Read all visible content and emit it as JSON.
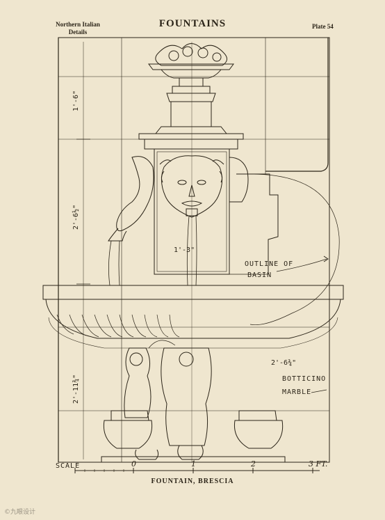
{
  "header": {
    "left_line1": "Northern Italian",
    "left_line2": "Details",
    "title": "FOUNTAINS",
    "plate": "Plate 54"
  },
  "annotations": {
    "outline_line1": "OUTLINE OF",
    "outline_line2": "BASIN",
    "material_line1": "BOTTICINO",
    "material_line2": "MARBLE",
    "dim_upper": "1'-6\"",
    "dim_middle": "2'-6½\"",
    "dim_lower": "2'-11¾\"",
    "dim_spout": "1'-3\"",
    "dim_right": "2'-6¾\""
  },
  "scale_bar": {
    "label": "SCALE",
    "ticks": [
      "0",
      "1",
      "2",
      "3 FT."
    ]
  },
  "caption": "FOUNTAIN, BRESCIA",
  "watermark": "©九眼设计",
  "colors": {
    "paper": "#efe6cf",
    "ink": "#2b2418"
  }
}
